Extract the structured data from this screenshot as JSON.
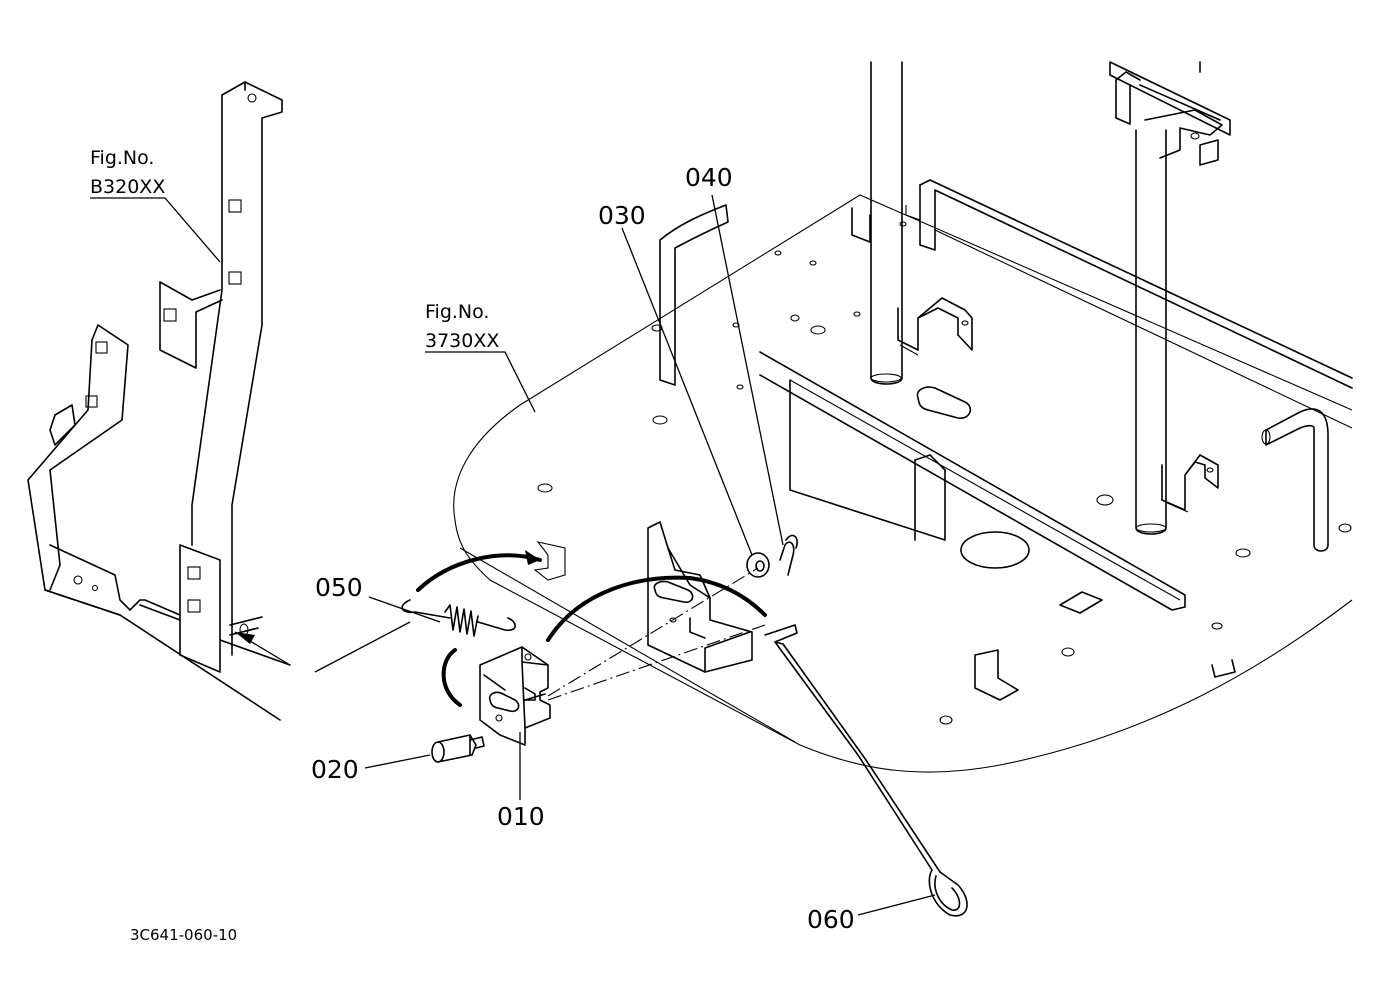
{
  "figure_refs": [
    {
      "line1": "Fig.No.",
      "line2": "B320XX"
    },
    {
      "line1": "Fig.No.",
      "line2": "3730XX"
    }
  ],
  "callouts": [
    "010",
    "020",
    "030",
    "040",
    "050",
    "060"
  ],
  "drawing_code": "3C641-060-10"
}
